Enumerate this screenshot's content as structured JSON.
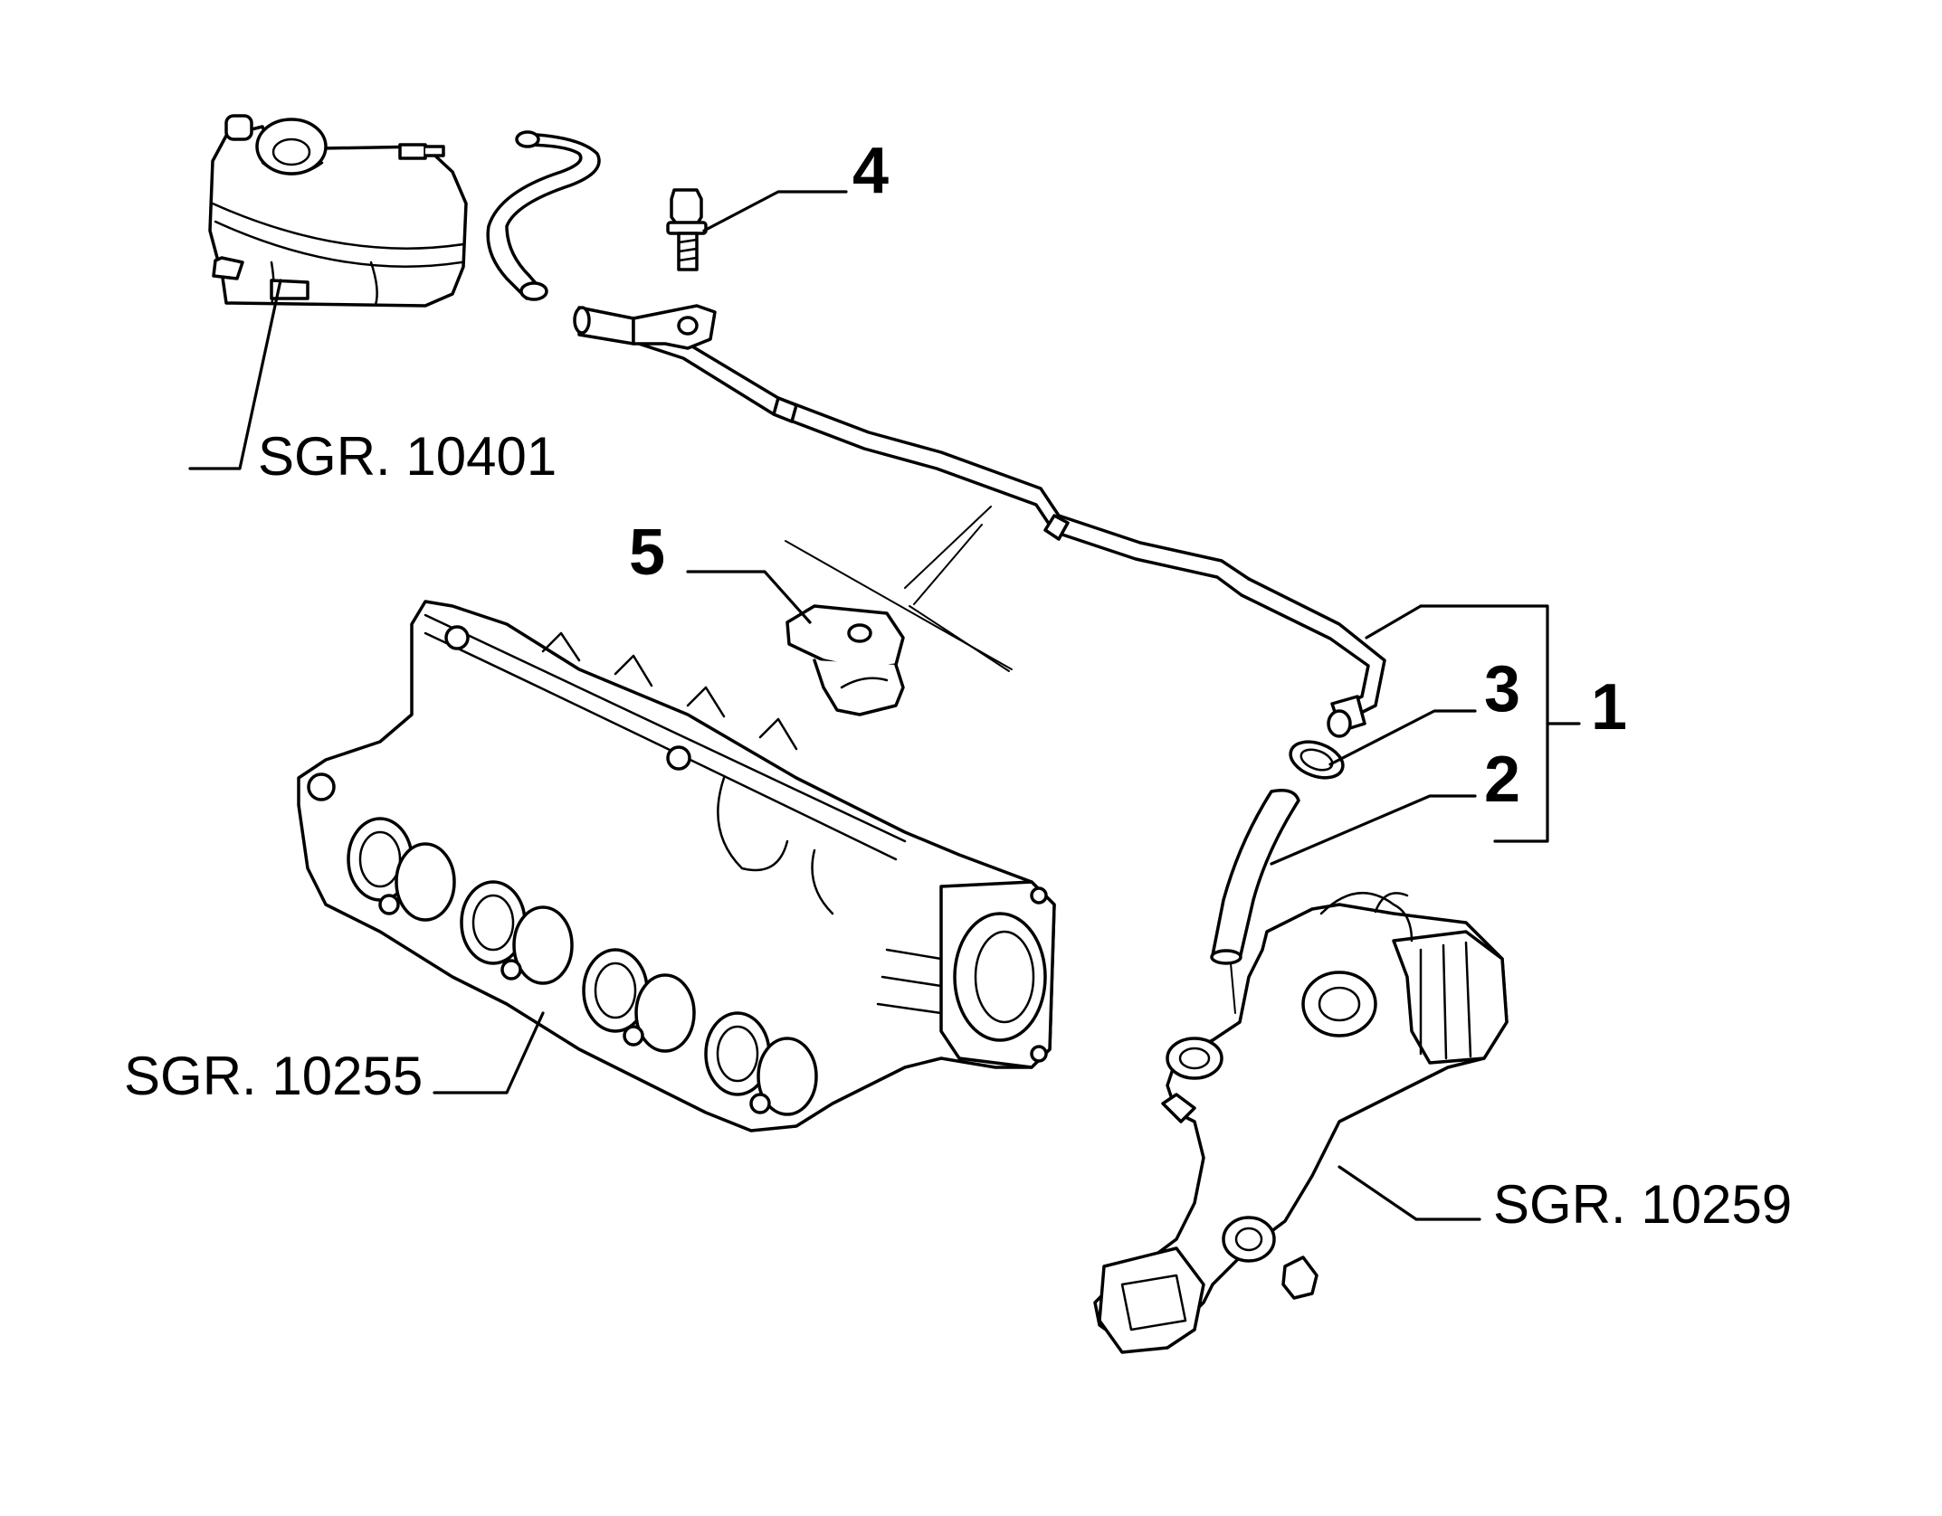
{
  "callouts": {
    "item1": "1",
    "item2": "2",
    "item3": "3",
    "item4": "4",
    "item5": "5"
  },
  "references": {
    "expansion_tank": "SGR. 10401",
    "intake_manifold": "SGR. 10255",
    "egr_assembly": "SGR. 10259"
  }
}
